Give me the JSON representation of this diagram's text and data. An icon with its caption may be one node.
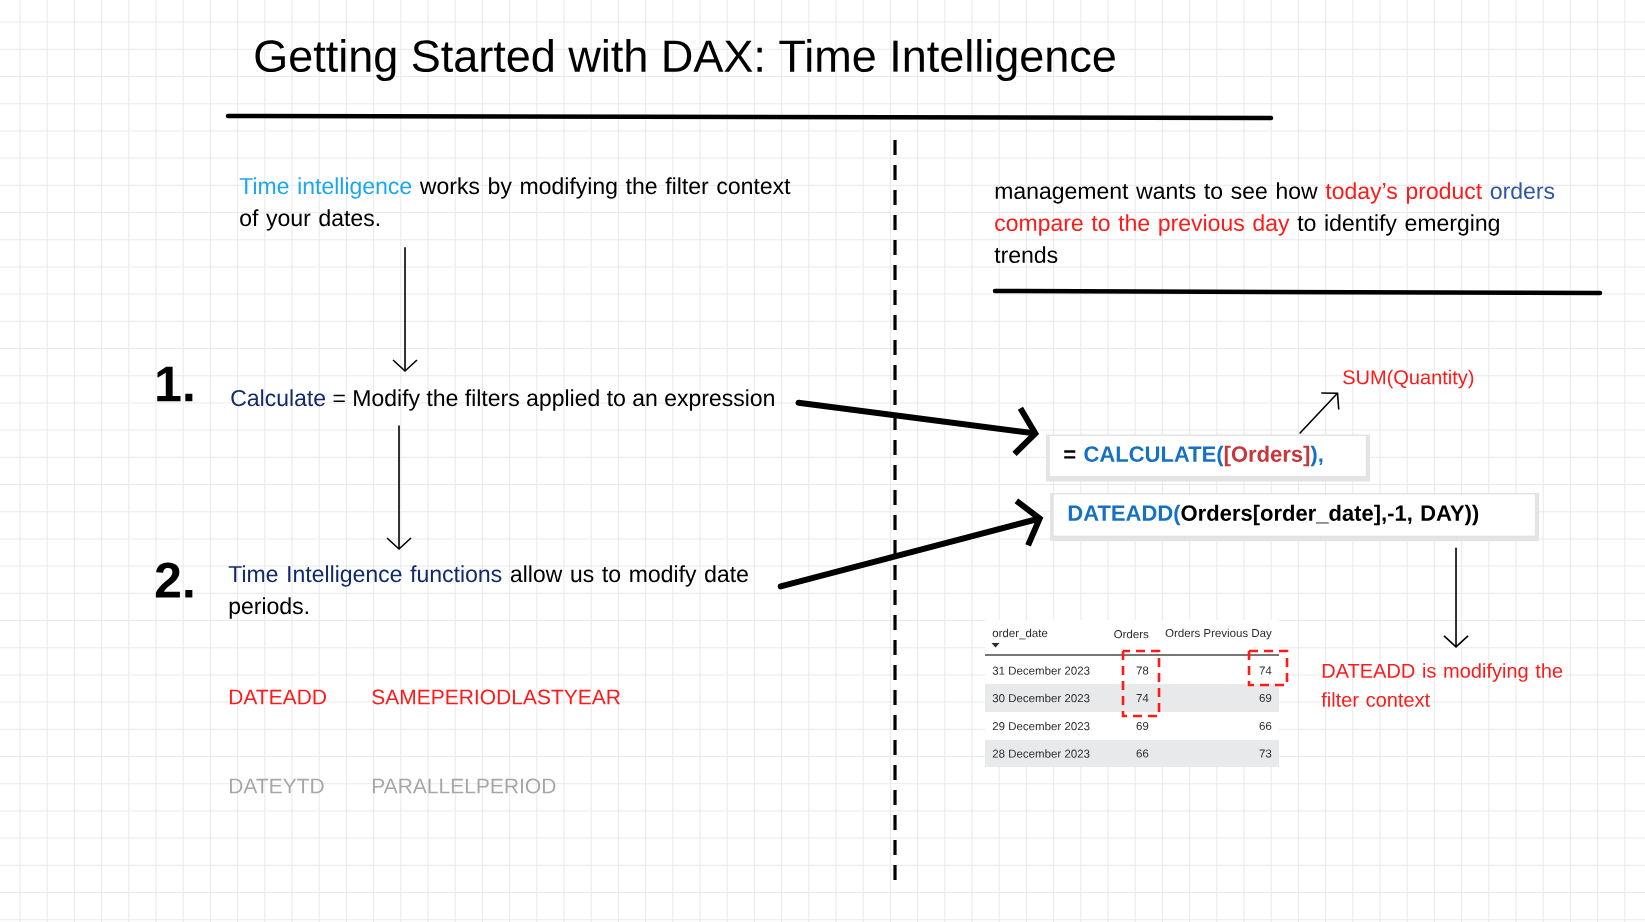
{
  "diagram": {
    "title": "Getting Started with DAX: Time Intelligence",
    "nodes": [
      {
        "text": [
          "Time intelligence works by modifying the filter context of your dates."
        ]
      },
      {
        "text": [
          "Calculate = Modify the filters applied to an expression"
        ],
        "beside": [
          "1."
        ]
      },
      {
        "text": [
          "Time Intelligence functions allow us to modify date periods."
        ],
        "beside": [
          "2."
        ]
      },
      {
        "text": [
          "SUM(Quantity)"
        ]
      },
      {
        "text": [
          "= CALCULATE([Orders]),"
        ]
      },
      {
        "text": [
          "DATEADD(Orders[order_date],-1, DAY))"
        ]
      },
      {
        "text": [
          "DATEADD is modifying the filter context"
        ]
      }
    ],
    "edges": [
      {
        "from": 0,
        "to": 1,
        "arrow": "to"
      },
      {
        "from": 1,
        "to": 2,
        "arrow": "to"
      },
      {
        "from": 1,
        "to": 4,
        "arrow": "to",
        "style": "thick"
      },
      {
        "from": 2,
        "to": 5,
        "arrow": "to",
        "style": "thick"
      },
      {
        "from": 4,
        "to": 3,
        "arrow": "to"
      },
      {
        "from": 5,
        "to": 6,
        "arrow": "to"
      }
    ],
    "labels": [
      "DATEADD",
      "SAMEPERIODLASTYEAR",
      "DATEYTD",
      "PARALLELPERIOD",
      "management wants to see how today’s product orders compare to the previous day to identify emerging trends",
      "order_date",
      "Orders",
      "Orders Previous Day",
      "31 December 2023",
      "78",
      "74",
      "30 December 2023",
      "74",
      "69",
      "29 December 2023",
      "69",
      "66",
      "28 December 2023",
      "66",
      "73"
    ]
  }
}
